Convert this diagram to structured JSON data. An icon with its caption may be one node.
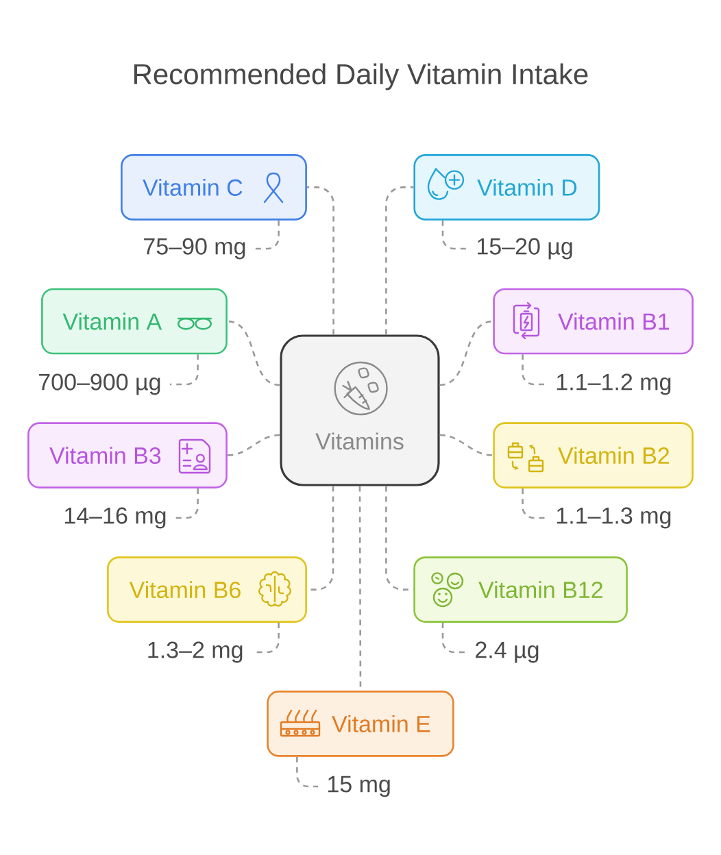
{
  "diagram": {
    "title": "Recommended Daily Vitamin Intake",
    "nodes": [
      {
        "text": [
          "Vitamins"
        ]
      },
      {
        "text": [
          "Vitamin C"
        ]
      },
      {
        "text": [
          "75–90 mg"
        ]
      },
      {
        "text": [
          "Vitamin D"
        ]
      },
      {
        "text": [
          "15–20 µg"
        ]
      },
      {
        "text": [
          "Vitamin A"
        ]
      },
      {
        "text": [
          "700–900 µg"
        ]
      },
      {
        "text": [
          "Vitamin B1"
        ]
      },
      {
        "text": [
          "1.1–1.2 mg"
        ]
      },
      {
        "text": [
          "Vitamin B3"
        ]
      },
      {
        "text": [
          "14–16 mg"
        ]
      },
      {
        "text": [
          "Vitamin B2"
        ]
      },
      {
        "text": [
          "1.1–1.3 mg"
        ]
      },
      {
        "text": [
          "Vitamin B6"
        ]
      },
      {
        "text": [
          "1.3–2 mg"
        ]
      },
      {
        "text": [
          "Vitamin B12"
        ]
      },
      {
        "text": [
          "2.4 µg"
        ]
      },
      {
        "text": [
          "Vitamin E"
        ]
      },
      {
        "text": [
          "15 mg"
        ]
      }
    ],
    "edges": [
      {
        "from": 0,
        "to": 1,
        "arrow": "none",
        "style": "dashed"
      },
      {
        "from": 0,
        "to": 3,
        "arrow": "none",
        "style": "dashed"
      },
      {
        "from": 0,
        "to": 5,
        "arrow": "none",
        "style": "dashed"
      },
      {
        "from": 0,
        "to": 7,
        "arrow": "none",
        "style": "dashed"
      },
      {
        "from": 0,
        "to": 9,
        "arrow": "none",
        "style": "dashed"
      },
      {
        "from": 0,
        "to": 11,
        "arrow": "none",
        "style": "dashed"
      },
      {
        "from": 0,
        "to": 13,
        "arrow": "none",
        "style": "dashed"
      },
      {
        "from": 0,
        "to": 15,
        "arrow": "none",
        "style": "dashed"
      },
      {
        "from": 0,
        "to": 17,
        "arrow": "none",
        "style": "dashed"
      },
      {
        "from": 1,
        "to": 2,
        "arrow": "none",
        "style": "dashed"
      },
      {
        "from": 3,
        "to": 4,
        "arrow": "none",
        "style": "dashed"
      },
      {
        "from": 5,
        "to": 6,
        "arrow": "none",
        "style": "dashed"
      },
      {
        "from": 7,
        "to": 8,
        "arrow": "none",
        "style": "dashed"
      },
      {
        "from": 9,
        "to": 10,
        "arrow": "none",
        "style": "dashed"
      },
      {
        "from": 11,
        "to": 12,
        "arrow": "none",
        "style": "dashed"
      },
      {
        "from": 13,
        "to": 14,
        "arrow": "none",
        "style": "dashed"
      },
      {
        "from": 15,
        "to": 16,
        "arrow": "none",
        "style": "dashed"
      },
      {
        "from": 17,
        "to": 18,
        "arrow": "none",
        "style": "dashed"
      }
    ]
  }
}
